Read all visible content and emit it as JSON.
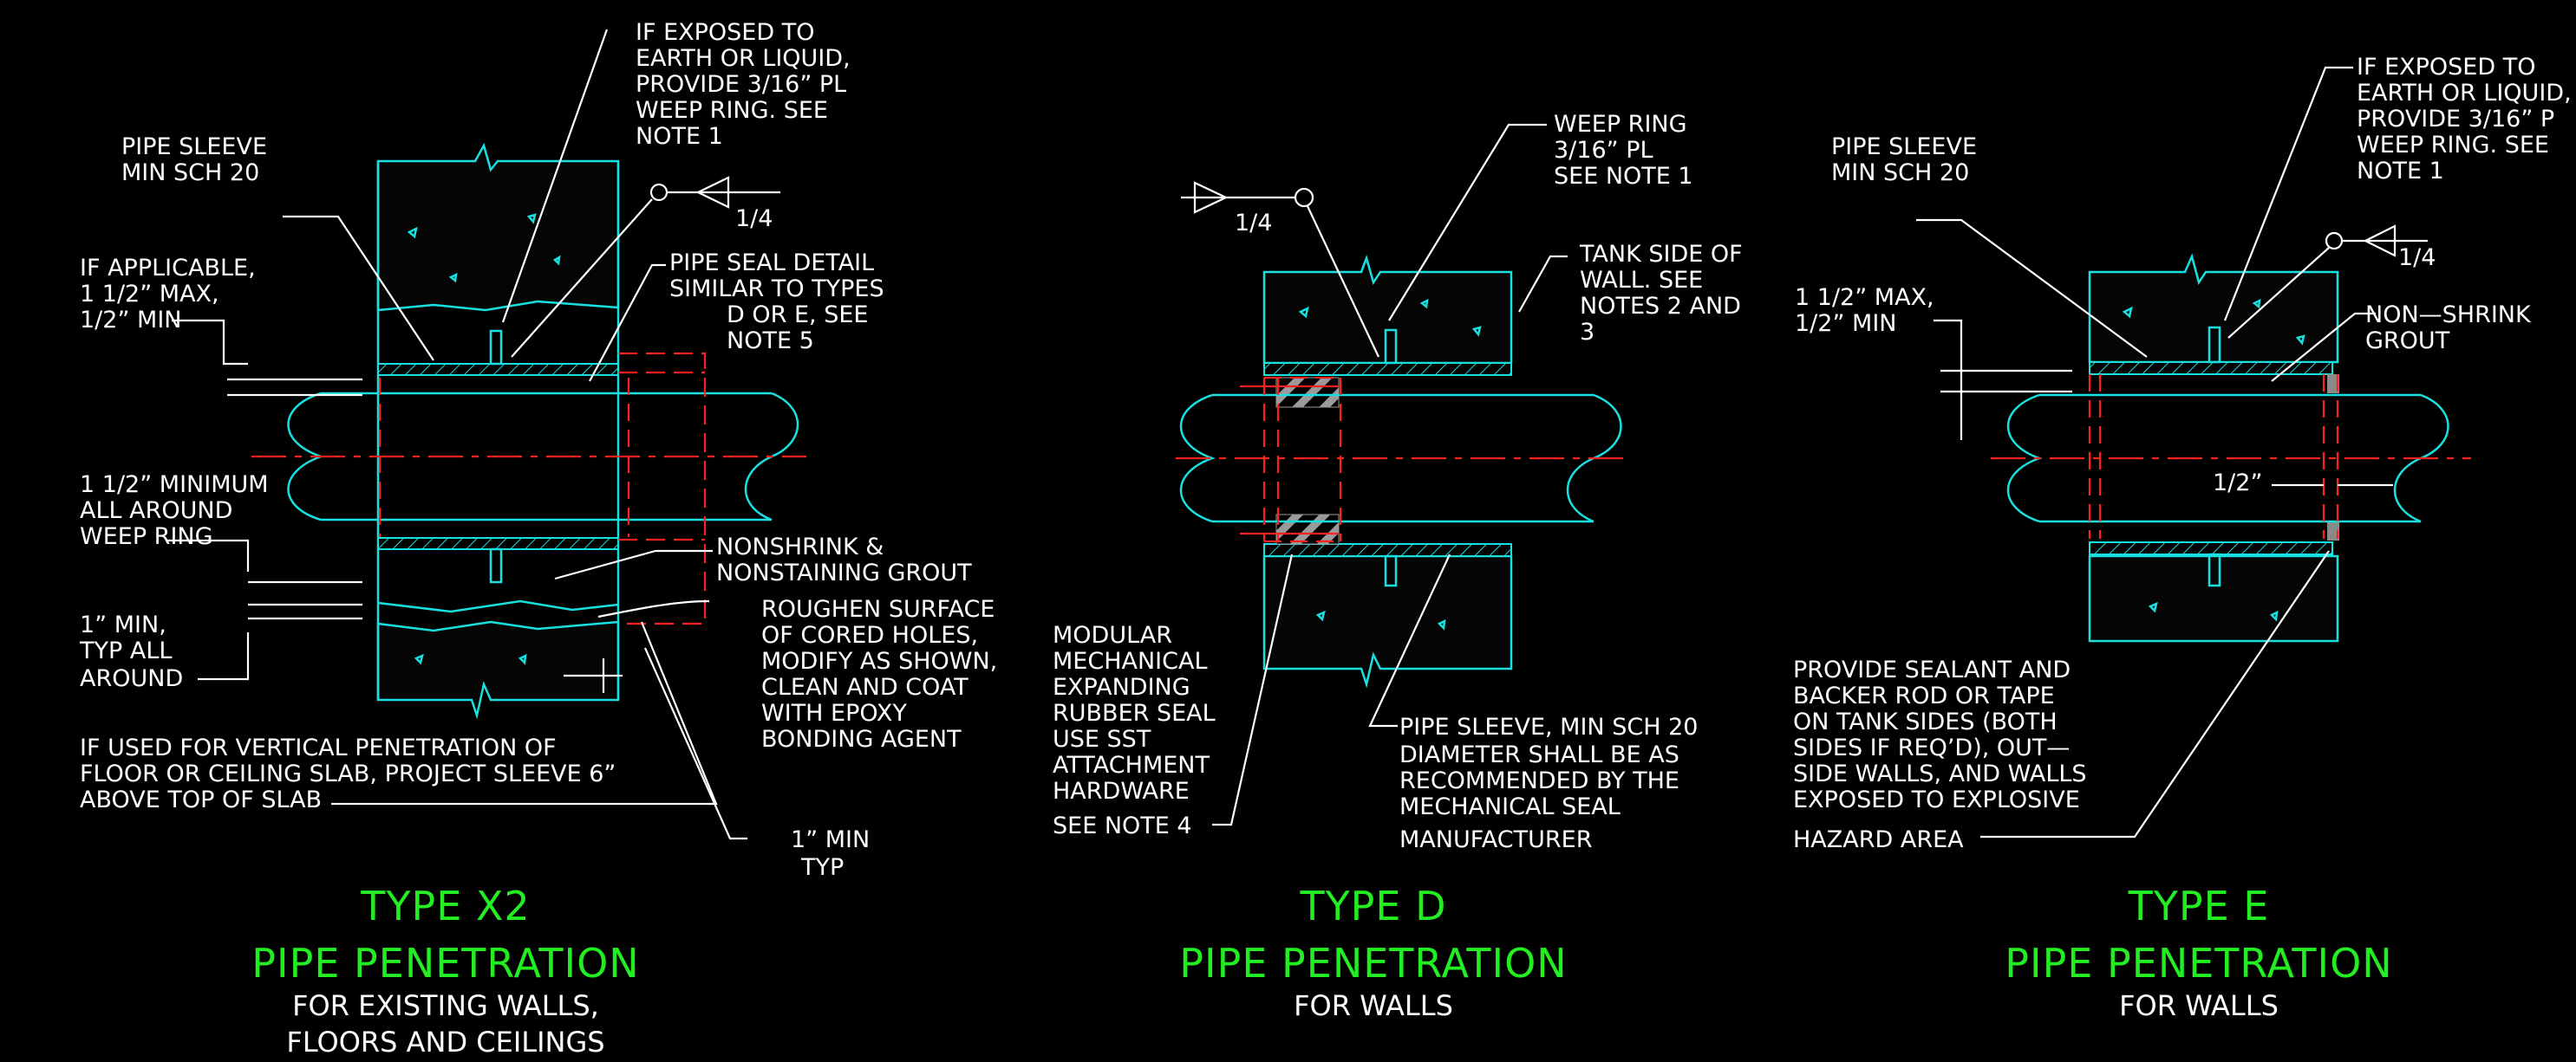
{
  "colors": {
    "background": "#000000",
    "concrete": "#18e0e0",
    "centerline": "#ff2020",
    "leader": "#ffffff",
    "title": "#22ee22"
  },
  "details": [
    {
      "title": "TYPE X2",
      "subtitle": "PIPE PENETRATION",
      "caption": [
        "FOR EXISTING WALLS,",
        "FLOORS AND CEILINGS"
      ],
      "weld_size": "1/4",
      "notes": {
        "pipe_sleeve": [
          "PIPE SLEEVE",
          "MIN SCH 20"
        ],
        "weep_ring": [
          "IF EXPOSED TO",
          "EARTH OR LIQUID,",
          "PROVIDE 3/16” PL",
          "WEEP RING.  SEE",
          "NOTE 1"
        ],
        "if_applicable": [
          "IF APPLICABLE,",
          "1 1/2” MAX,",
          "1/2” MIN"
        ],
        "pipe_seal": [
          "PIPE SEAL DETAIL",
          "SIMILAR TO TYPES",
          "D OR E, SEE",
          "NOTE 5"
        ],
        "minimum_around": [
          "1 1/2” MINIMUM",
          "ALL AROUND",
          "WEEP RING"
        ],
        "nonshrink": [
          "NONSHRINK &",
          "NONSTAINING GROUT"
        ],
        "one_inch_min": [
          "1” MIN,",
          "TYP ALL",
          "AROUND"
        ],
        "roughen": [
          "ROUGHEN SURFACE",
          "OF CORED HOLES,",
          "MODIFY AS SHOWN,",
          "CLEAN AND COAT",
          "WITH EPOXY",
          "BONDING AGENT"
        ],
        "vertical": [
          "IF USED FOR VERTICAL PENETRATION OF",
          "FLOOR OR CEILING SLAB, PROJECT SLEEVE 6”",
          "ABOVE TOP OF SLAB"
        ],
        "min_typ": [
          "1” MIN",
          "TYP"
        ]
      }
    },
    {
      "title": "TYPE D",
      "subtitle": "PIPE PENETRATION",
      "caption": [
        "FOR WALLS"
      ],
      "weld_size": "1/4",
      "notes": {
        "weep_ring": [
          "WEEP RING",
          "3/16” PL",
          "SEE NOTE 1"
        ],
        "tank_side": [
          "TANK SIDE OF",
          "WALL.  SEE",
          "NOTES 2 AND",
          "3"
        ],
        "modular": [
          "MODULAR",
          "MECHANICAL",
          "EXPANDING",
          "RUBBER SEAL",
          "USE SST",
          "ATTACHMENT",
          "HARDWARE",
          "SEE NOTE 4"
        ],
        "sleeve": [
          "PIPE SLEEVE, MIN SCH 20",
          "DIAMETER SHALL BE AS",
          "RECOMMENDED BY THE",
          "MECHANICAL SEAL",
          "MANUFACTURER"
        ]
      }
    },
    {
      "title": "TYPE E",
      "subtitle": "PIPE PENETRATION",
      "caption": [
        "FOR WALLS"
      ],
      "weld_size": "1/4",
      "notes": {
        "pipe_sleeve": [
          "PIPE SLEEVE",
          "MIN SCH 20"
        ],
        "weep_ring": [
          "IF EXPOSED TO",
          "EARTH OR LIQUID,",
          "PROVIDE 3/16” P",
          "WEEP RING.  SEE",
          "NOTE 1"
        ],
        "max_min": [
          "1 1/2” MAX,",
          "1/2” MIN"
        ],
        "grout": [
          "NON—SHRINK",
          "GROUT"
        ],
        "half_inch": "1/2”",
        "sealant": [
          "PROVIDE SEALANT AND",
          "BACKER ROD OR TAPE",
          "ON TANK SIDES (BOTH",
          "SIDES IF REQ’D), OUT—",
          "SIDE WALLS, AND WALLS",
          "EXPOSED TO EXPLOSIVE",
          "HAZARD AREA"
        ]
      }
    }
  ]
}
